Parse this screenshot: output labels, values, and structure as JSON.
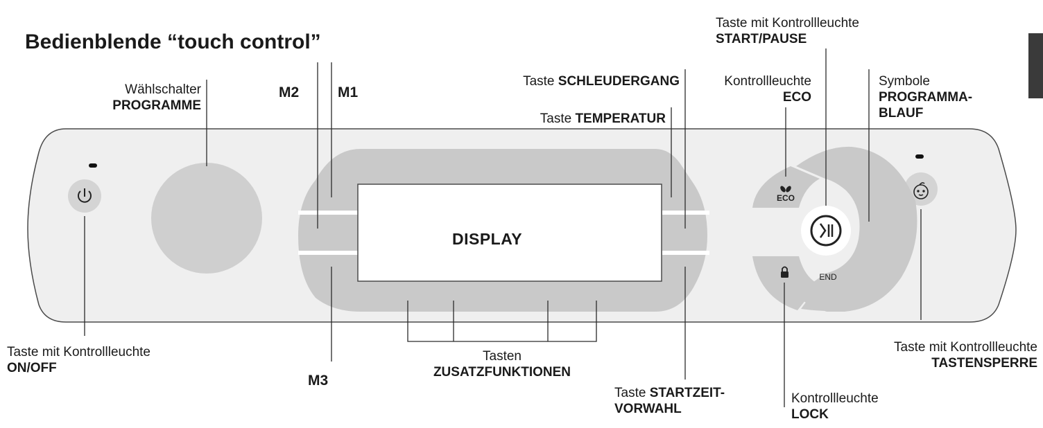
{
  "title": "Bedienblende “touch control”",
  "display_label": "DISPLAY",
  "icons": {
    "eco_small": "ECO",
    "end": "END"
  },
  "labels": {
    "programme": {
      "normal": "Wählschalter",
      "bold": "PROGRAMME"
    },
    "m1": "M1",
    "m2": "M2",
    "m3": "M3",
    "schleudergang": {
      "normal": "Taste ",
      "bold": "SCHLEUDERGANG"
    },
    "temperatur": {
      "normal": "Taste ",
      "bold": "TEMPERATUR"
    },
    "eco": {
      "normal": "Kontrollleuchte",
      "bold": "ECO"
    },
    "start_pause": {
      "normal": "Taste mit Kontrollleuchte",
      "bold": "START/PAUSE"
    },
    "programmablauf": {
      "normal": "Symbole",
      "bold1": "PROGRAMMA-",
      "bold2": "BLAUF"
    },
    "onoff": {
      "normal": "Taste mit Kontrollleuchte",
      "bold": "ON/OFF"
    },
    "zusatz": {
      "normal": "Tasten",
      "bold": "ZUSATZFUNKTIONEN"
    },
    "startzeit": {
      "normal": "Taste ",
      "bold1": "STARTZEIT-",
      "bold2": "VORWAHL"
    },
    "lock": {
      "normal": "Kontrollleuchte",
      "bold": "LOCK"
    },
    "tastensperre": {
      "normal": "Taste mit Kontrollleuchte",
      "bold": "TASTENSPERRE"
    }
  },
  "colors": {
    "panel_fill": "#efefef",
    "panel_stroke": "#4a4a4a",
    "control_gray": "#c9c9c9",
    "button_gray": "#d4d4d4",
    "line": "#2a2a2a",
    "white": "#ffffff"
  }
}
